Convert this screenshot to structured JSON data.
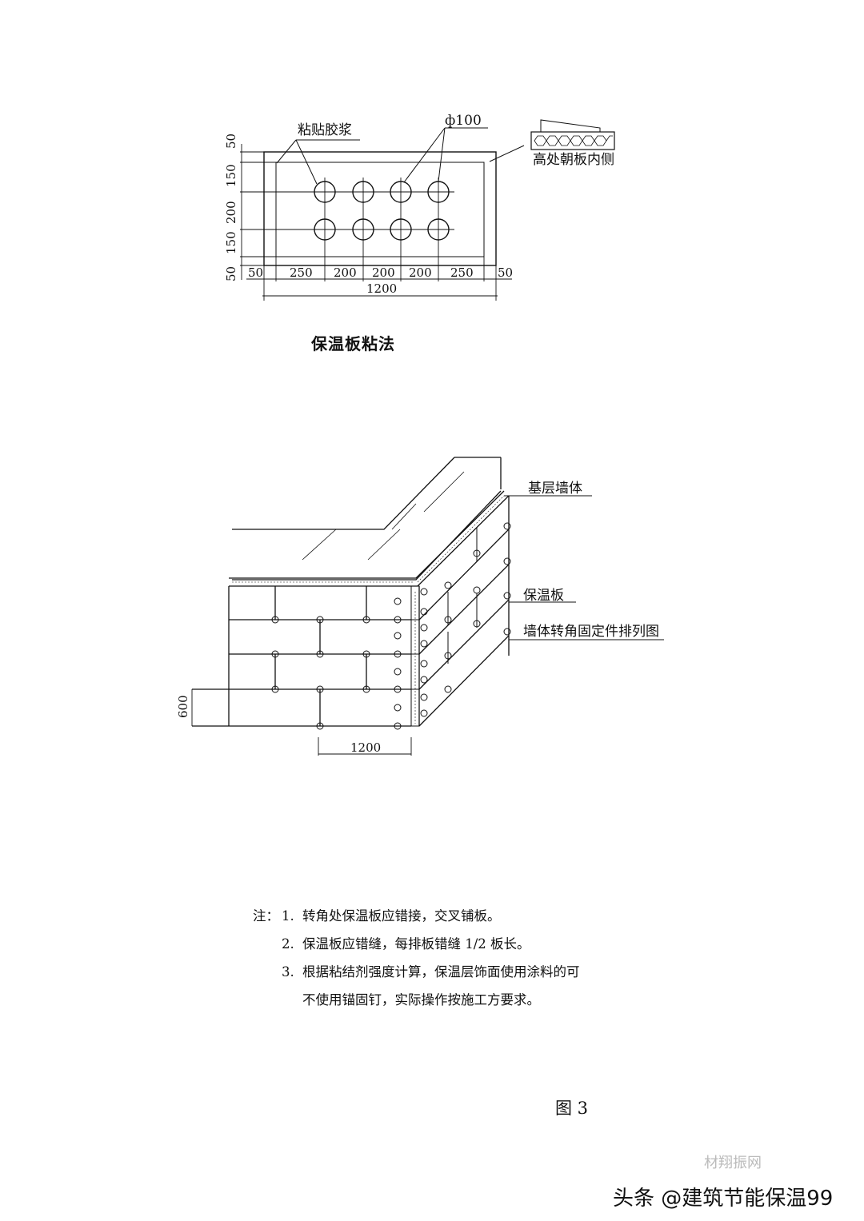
{
  "diagram1": {
    "title": "保温板粘法",
    "label_adhesive": "粘贴胶浆",
    "label_diameter": "ф100",
    "label_inner": "高处朝板内侧",
    "dims_vertical": [
      "50",
      "150",
      "200",
      "150",
      "50"
    ],
    "dims_horizontal": [
      "50",
      "250",
      "200",
      "200",
      "200",
      "250",
      "50"
    ],
    "dim_total": "1200"
  },
  "diagram2": {
    "label_base_wall": "基层墙体",
    "label_insulation": "保温板",
    "label_anchor": "墙体转角固定件排列图",
    "dim_height": "600",
    "dim_width": "1200"
  },
  "notes": {
    "prefix": "注：",
    "items": [
      {
        "num": "1.",
        "text": "转角处保温板应错接，交叉铺板。"
      },
      {
        "num": "2.",
        "text": "保温板应错缝，每排板错缝 1/2 板长。"
      },
      {
        "num": "3.",
        "text": "根据粘结剂强度计算，保温层饰面使用涂料的可"
      },
      {
        "num": "",
        "text": "不使用锚固钉，实际操作按施工方要求。"
      }
    ]
  },
  "figure_label": "图 3",
  "watermark": "头条 @建筑节能保温99",
  "watermark_faint": "材翔振网"
}
